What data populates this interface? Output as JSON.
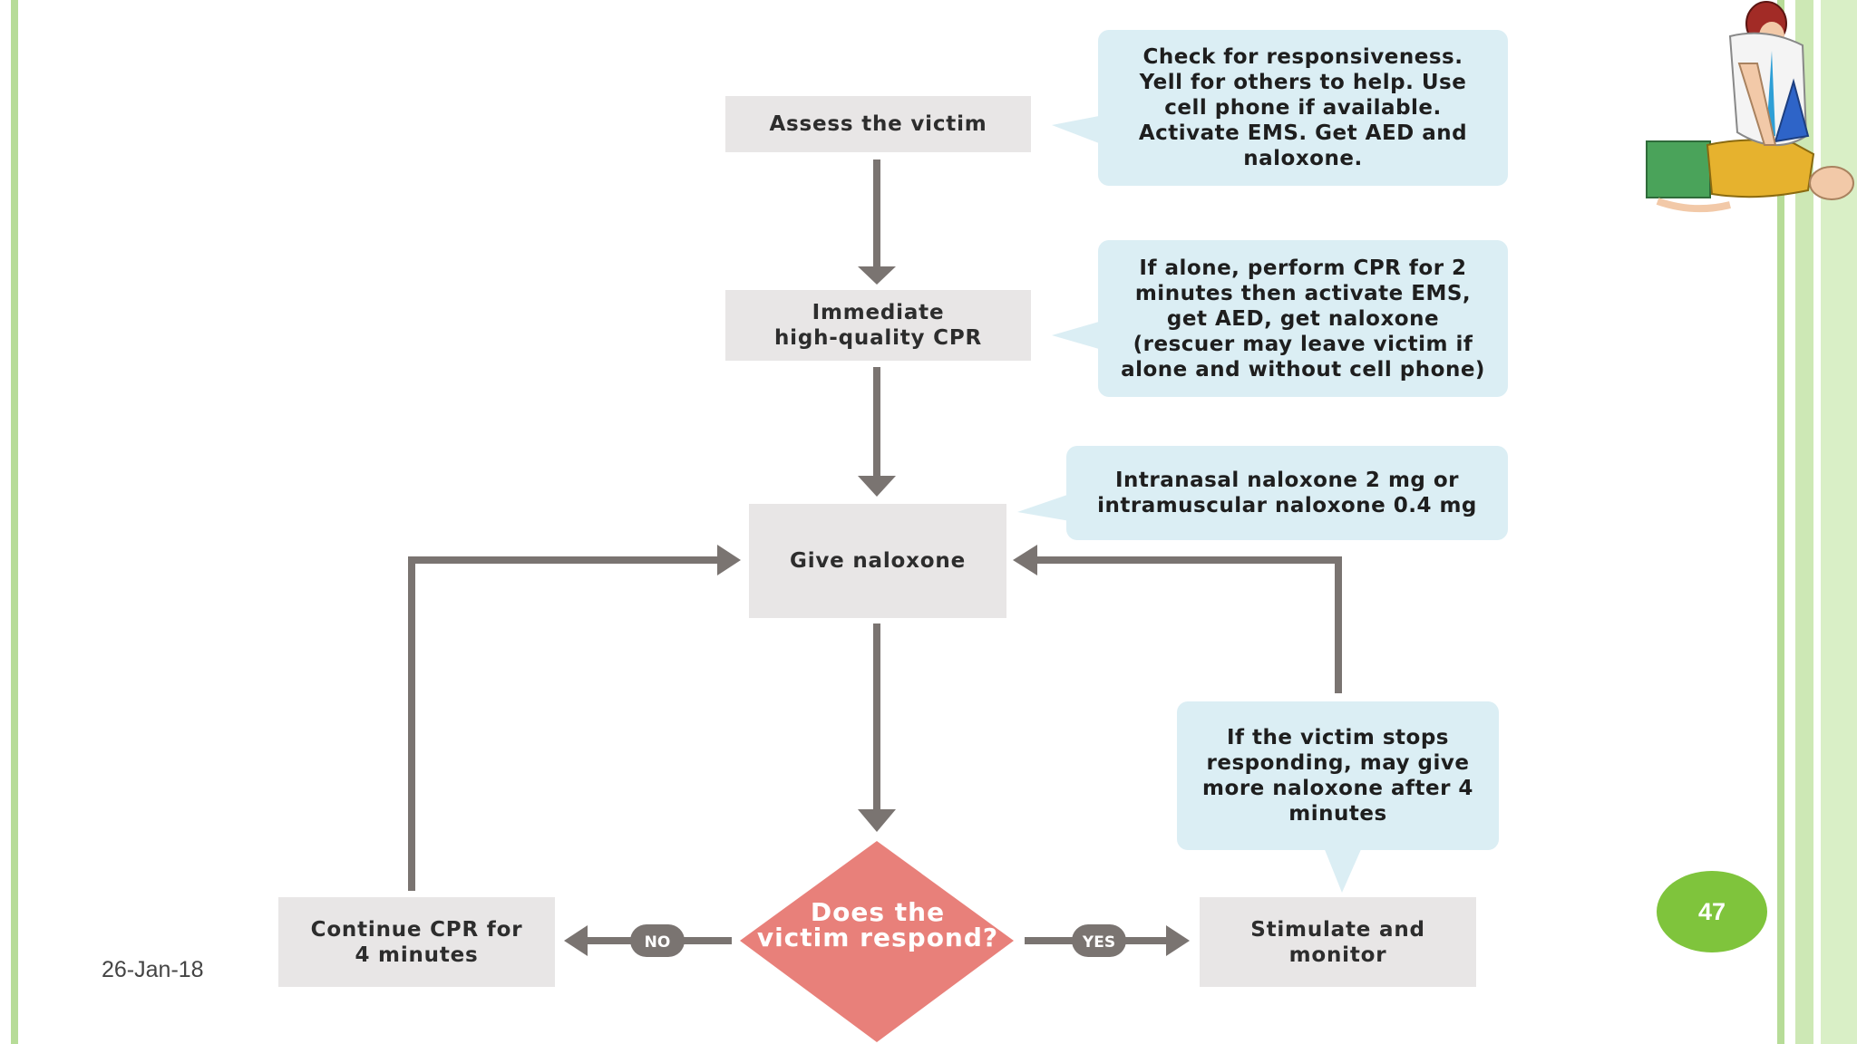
{
  "slide": {
    "date": "26-Jan-18",
    "page_number": "47"
  },
  "flow": {
    "assess": "Assess the victim",
    "cpr": "Immediate\nhigh-quality CPR",
    "naloxone": "Give naloxone",
    "decision": "Does the\nvictim respond?",
    "continue": "Continue CPR for\n4 minutes",
    "stimulate": "Stimulate and\nmonitor",
    "no_label": "NO",
    "yes_label": "YES"
  },
  "notes": {
    "responsiveness": "Check for responsiveness.\nYell for others to help. Use\ncell phone if available.\nActivate EMS. Get AED and\nnaloxone.",
    "alone": "If alone, perform CPR for 2\nminutes then activate EMS,\nget AED, get naloxone\n(rescuer may leave victim if\nalone and without cell phone)",
    "dose": "Intranasal naloxone 2 mg or\nintramuscular naloxone 0.4 mg",
    "stops": "If the victim stops\nresponding, may give\nmore naloxone after 4\nminutes"
  },
  "colors": {
    "box": "#e8e6e6",
    "note": "#dbeef4",
    "arrow": "#7a7471",
    "diamond": "#e8807a",
    "badge": "#7fc43c",
    "stripe": "#b7dc98"
  }
}
